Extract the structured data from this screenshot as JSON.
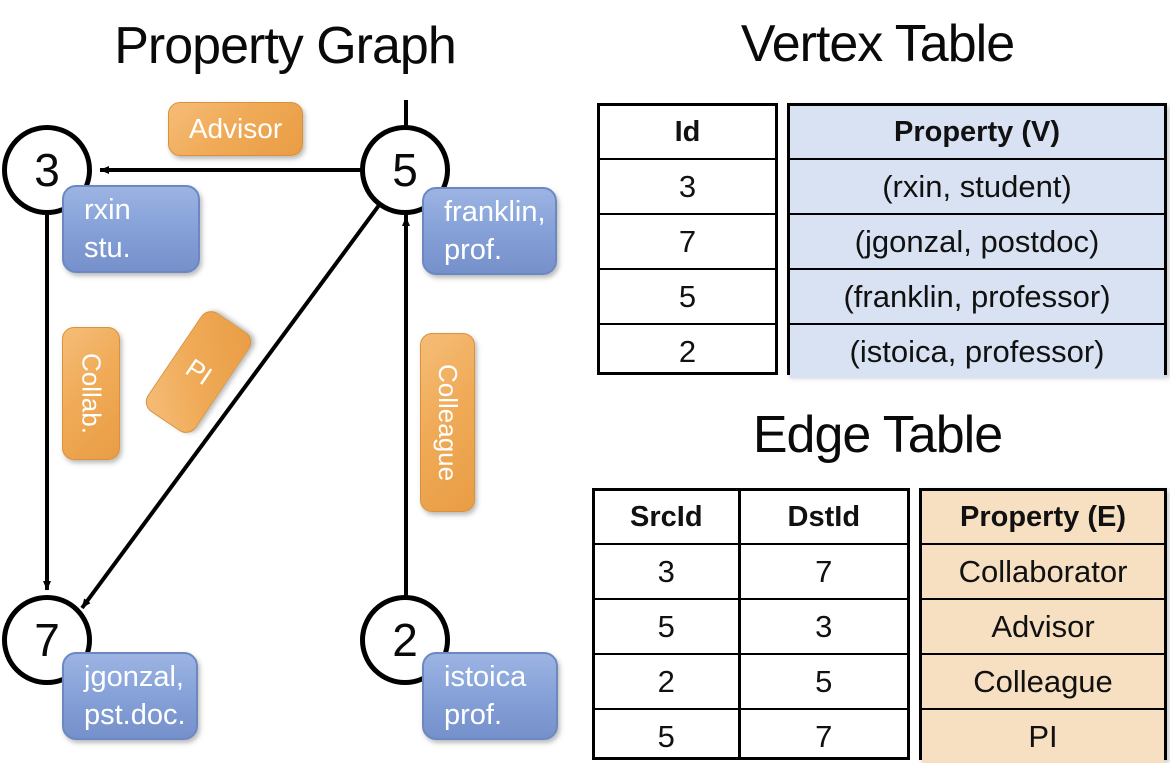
{
  "graph": {
    "title": "Property Graph",
    "nodes": [
      {
        "id": "3",
        "line1": "rxin",
        "line2": "stu."
      },
      {
        "id": "5",
        "line1": "franklin,",
        "line2": "prof."
      },
      {
        "id": "7",
        "line1": "jgonzal,",
        "line2": "pst.doc."
      },
      {
        "id": "2",
        "line1": "istoica",
        "line2": "prof."
      }
    ],
    "edge_labels": {
      "advisor": "Advisor",
      "collab": "Collab.",
      "pi": "PI",
      "colleague": "Colleague"
    }
  },
  "vertex_table": {
    "title": "Vertex Table",
    "col_id": "Id",
    "col_property": "Property (V)",
    "rows": [
      {
        "id": "3",
        "property": "(rxin, student)"
      },
      {
        "id": "7",
        "property": "(jgonzal, postdoc)"
      },
      {
        "id": "5",
        "property": "(franklin, professor)"
      },
      {
        "id": "2",
        "property": "(istoica, professor)"
      }
    ]
  },
  "edge_table": {
    "title": "Edge Table",
    "col_src": "SrcId",
    "col_dst": "DstId",
    "col_property": "Property (E)",
    "rows": [
      {
        "src": "3",
        "dst": "7",
        "property": "Collaborator"
      },
      {
        "src": "5",
        "dst": "3",
        "property": "Advisor"
      },
      {
        "src": "2",
        "dst": "5",
        "property": "Colleague"
      },
      {
        "src": "5",
        "dst": "7",
        "property": "PI"
      }
    ]
  },
  "colors": {
    "edge_label_orange": "#F0AB58",
    "vertex_label_blue": "#87A3D9",
    "vertex_cell_bg": "#D9E2F2",
    "edge_cell_bg": "#F7DFC1",
    "line_black": "#000000"
  }
}
